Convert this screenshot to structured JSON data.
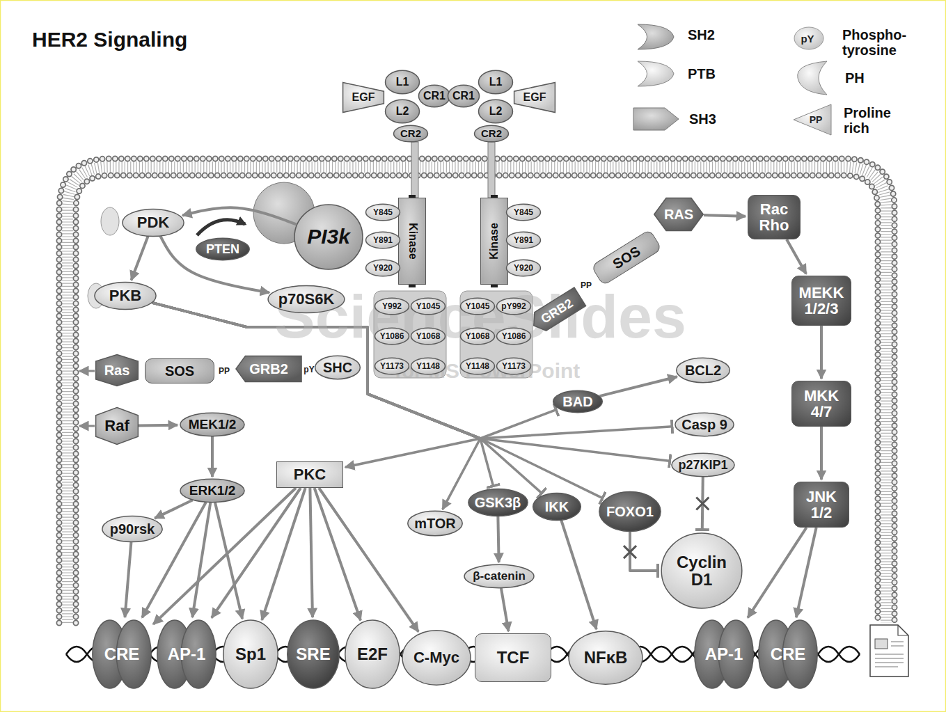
{
  "diagram": {
    "title": "HER2 Signaling",
    "nodes": [
      {
        "text": [
          "EGF"
        ]
      },
      {
        "text": [
          "L1"
        ]
      },
      {
        "text": [
          "CR1"
        ]
      },
      {
        "text": [
          "L2"
        ]
      },
      {
        "text": [
          "CR2"
        ]
      },
      {
        "text": [
          "CR1"
        ]
      },
      {
        "text": [
          "L1"
        ]
      },
      {
        "text": [
          "L2"
        ]
      },
      {
        "text": [
          "EGF"
        ]
      },
      {
        "text": [
          "CR2"
        ]
      },
      {
        "text": [
          "PDK"
        ]
      },
      {
        "text": [
          "PTEN"
        ]
      },
      {
        "text": [
          "PI3k"
        ]
      },
      {
        "text": [
          "Kinase"
        ]
      },
      {
        "text": [
          "Y845"
        ]
      },
      {
        "text": [
          "Y891"
        ]
      },
      {
        "text": [
          "Y920"
        ]
      },
      {
        "text": [
          "Kinase"
        ]
      },
      {
        "text": [
          "Y845"
        ]
      },
      {
        "text": [
          "Y891"
        ]
      },
      {
        "text": [
          "Y920"
        ]
      },
      {
        "text": [
          "RAS"
        ]
      },
      {
        "text": [
          "SOS"
        ]
      },
      {
        "text": [
          "GRB2"
        ]
      },
      {
        "text": [
          "Rac Rho"
        ]
      },
      {
        "text": [
          "PKB"
        ]
      },
      {
        "text": [
          "p70S6K"
        ]
      },
      {
        "text": [
          "Y992"
        ]
      },
      {
        "text": [
          "Y1045"
        ]
      },
      {
        "text": [
          "Y1045"
        ]
      },
      {
        "text": [
          "pY992"
        ]
      },
      {
        "text": [
          "Y1086"
        ]
      },
      {
        "text": [
          "Y1068"
        ]
      },
      {
        "text": [
          "Y1068"
        ]
      },
      {
        "text": [
          "Y1086"
        ]
      },
      {
        "text": [
          "Y1173"
        ]
      },
      {
        "text": [
          "Y1148"
        ]
      },
      {
        "text": [
          "Y1148"
        ]
      },
      {
        "text": [
          "Y1173"
        ]
      },
      {
        "text": [
          "MEKK 1/2/3"
        ]
      },
      {
        "text": [
          "Ras"
        ]
      },
      {
        "text": [
          "SOS"
        ]
      },
      {
        "text": [
          "GRB2"
        ]
      },
      {
        "text": [
          "SHC"
        ]
      },
      {
        "text": [
          "BCL2"
        ]
      },
      {
        "text": [
          "BAD"
        ]
      },
      {
        "text": [
          "Raf"
        ]
      },
      {
        "text": [
          "MEK1/2"
        ]
      },
      {
        "text": [
          "Casp 9"
        ]
      },
      {
        "text": [
          "MKK 4/7"
        ]
      },
      {
        "text": [
          "p27KIP1"
        ]
      },
      {
        "text": [
          "PKC"
        ]
      },
      {
        "text": [
          "ERK1/2"
        ]
      },
      {
        "text": [
          "mTOR"
        ]
      },
      {
        "text": [
          "GSK3β"
        ]
      },
      {
        "text": [
          "IKK"
        ]
      },
      {
        "text": [
          "FOXO1"
        ]
      },
      {
        "text": [
          "JNK 1/2"
        ]
      },
      {
        "text": [
          "p90rsk"
        ]
      },
      {
        "text": [
          "Cyclin D1"
        ]
      },
      {
        "text": [
          "β-catenin"
        ]
      },
      {
        "text": [
          "CRE"
        ]
      },
      {
        "text": [
          "AP-1"
        ]
      },
      {
        "text": [
          "Sp1"
        ]
      },
      {
        "text": [
          "SRE"
        ]
      },
      {
        "text": [
          "E2F"
        ]
      },
      {
        "text": [
          "C-Myc"
        ]
      },
      {
        "text": [
          "TCF"
        ]
      },
      {
        "text": [
          "NFκB"
        ]
      },
      {
        "text": [
          "AP-1"
        ]
      },
      {
        "text": [
          "CRE"
        ]
      }
    ],
    "edges": [
      {
        "from": 12,
        "to": 10,
        "arrow": "to"
      },
      {
        "from": 10,
        "to": 25,
        "arrow": "to"
      },
      {
        "from": 10,
        "to": 26,
        "arrow": "to"
      },
      {
        "from": 25,
        "to": 45,
        "arrow": "to"
      },
      {
        "from": 25,
        "to": 48,
        "arrow": "to"
      },
      {
        "from": 25,
        "to": 50,
        "arrow": "to"
      },
      {
        "from": 25,
        "to": 56,
        "arrow": "to"
      },
      {
        "from": 25,
        "to": 55,
        "arrow": "to"
      },
      {
        "from": 25,
        "to": 54,
        "arrow": "to"
      },
      {
        "from": 25,
        "to": 53,
        "arrow": "to"
      },
      {
        "from": 25,
        "to": 51,
        "arrow": "to"
      },
      {
        "from": 45,
        "to": 44,
        "arrow": "to"
      },
      {
        "from": 54,
        "to": 60,
        "arrow": "to"
      },
      {
        "from": 60,
        "to": 67,
        "arrow": "to"
      },
      {
        "from": 55,
        "to": 68,
        "arrow": "to"
      },
      {
        "from": 50,
        "to": 59,
        "arrow": "to"
      },
      {
        "from": 56,
        "to": 59,
        "arrow": "to"
      },
      {
        "from": 21,
        "to": 24,
        "arrow": "to"
      },
      {
        "from": 24,
        "to": 39,
        "arrow": "to"
      },
      {
        "from": 39,
        "to": 49,
        "arrow": "to"
      },
      {
        "from": 49,
        "to": 57,
        "arrow": "to"
      },
      {
        "from": 57,
        "to": 69,
        "arrow": "to"
      },
      {
        "from": 57,
        "to": 70,
        "arrow": "to"
      },
      {
        "from": 46,
        "to": 47,
        "arrow": "to"
      },
      {
        "from": 47,
        "to": 52,
        "arrow": "to"
      },
      {
        "from": 52,
        "to": 58,
        "arrow": "to"
      },
      {
        "from": 58,
        "to": 61,
        "arrow": "to"
      },
      {
        "from": 52,
        "to": 61,
        "arrow": "to"
      },
      {
        "from": 52,
        "to": 62,
        "arrow": "to"
      },
      {
        "from": 52,
        "to": 63,
        "arrow": "to"
      },
      {
        "from": 51,
        "to": 61,
        "arrow": "to"
      },
      {
        "from": 51,
        "to": 62,
        "arrow": "to"
      },
      {
        "from": 51,
        "to": 63,
        "arrow": "to"
      },
      {
        "from": 51,
        "to": 64,
        "arrow": "to"
      },
      {
        "from": 51,
        "to": 65,
        "arrow": "to"
      },
      {
        "from": 51,
        "to": 66,
        "arrow": "to"
      }
    ],
    "labels": [
      "pY",
      "PP",
      "PP",
      "ScienceSlides",
      "PP",
      "pY",
      "for MS PowerPoint"
    ],
    "legend": [
      {
        "text": "SH2"
      },
      {
        "text": "PTB"
      },
      {
        "text": "SH3"
      },
      {
        "text": "Phospho- tyrosine"
      },
      {
        "text": "PH"
      },
      {
        "text": "Proline rich"
      }
    ]
  }
}
